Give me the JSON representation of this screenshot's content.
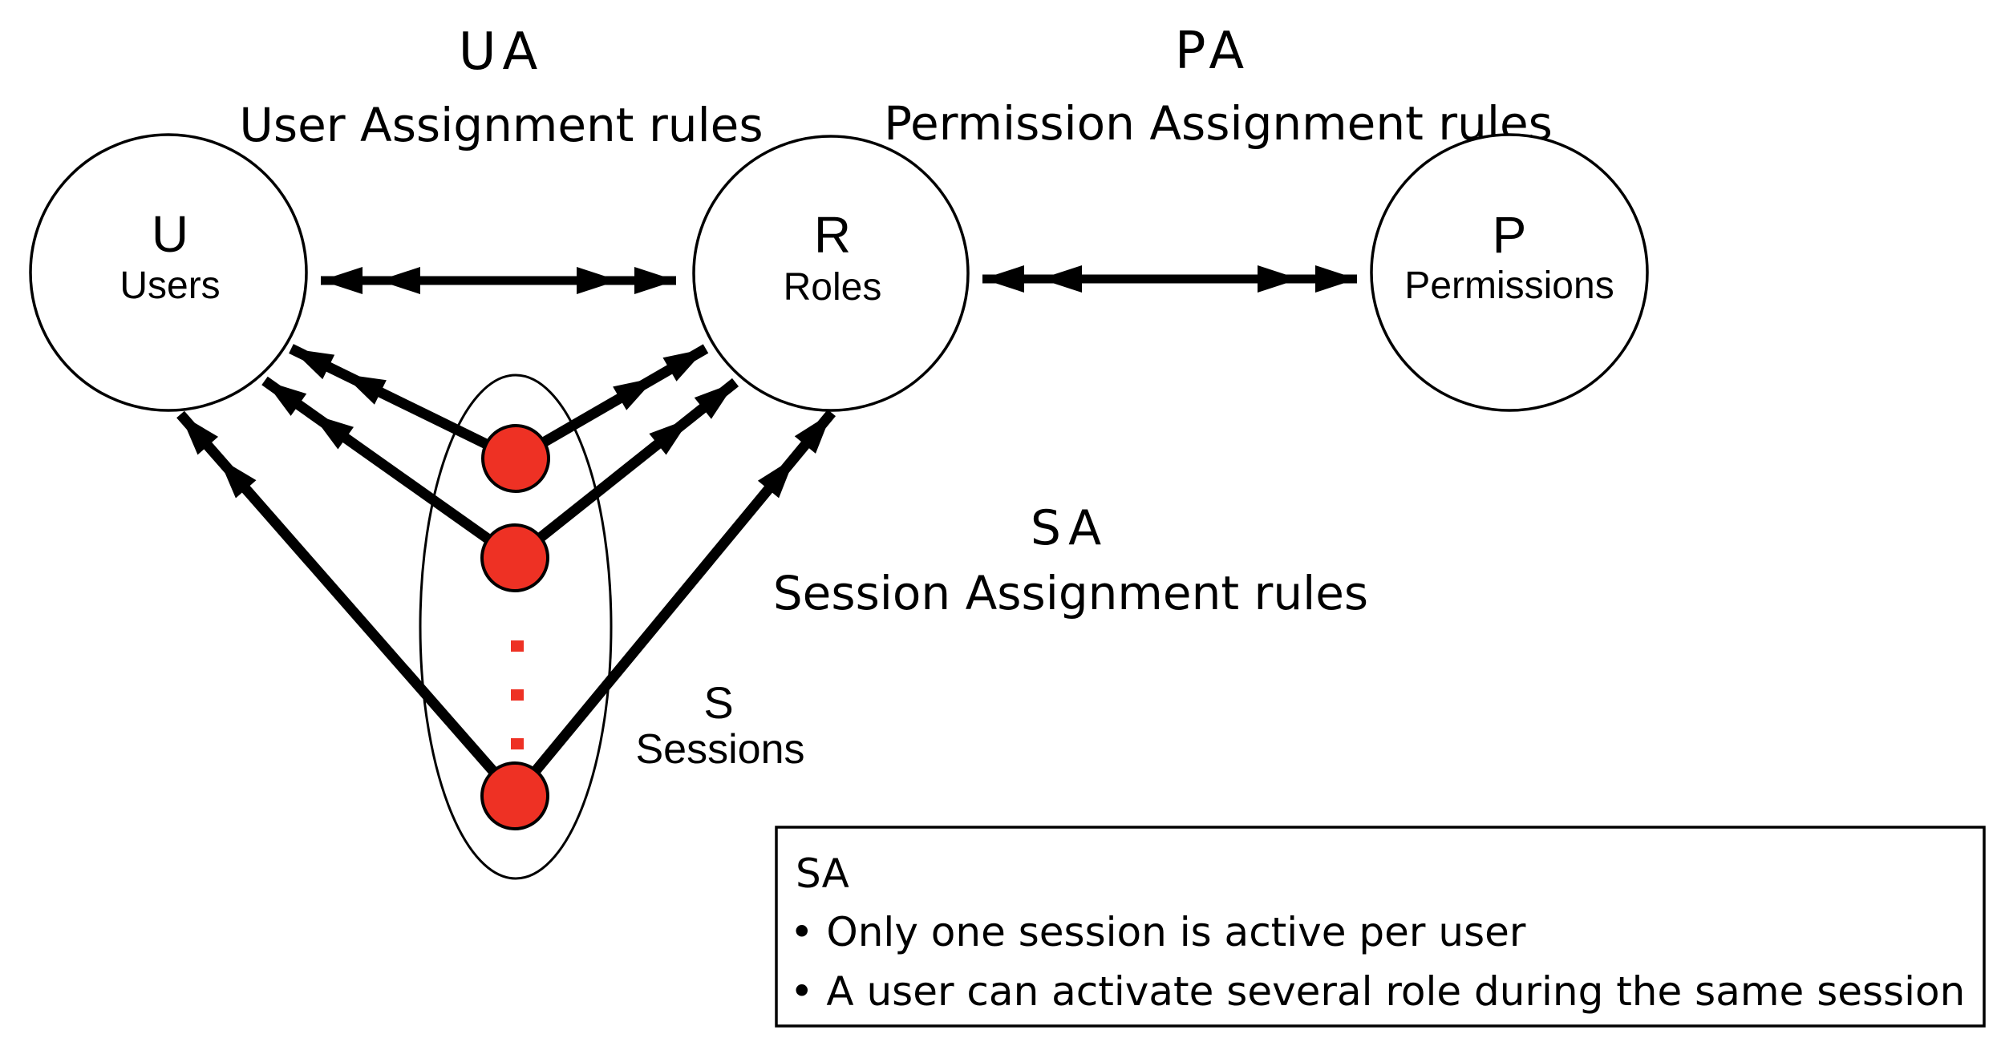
{
  "title_labels": {
    "ua_abbr": "UA",
    "ua_title": "User Assignment rules",
    "pa_abbr": "PA",
    "pa_title": "Permission Assignment rules",
    "sa_abbr": "SA",
    "sa_title": "Session Assignment rules"
  },
  "nodes": {
    "users": {
      "abbr": "U",
      "label": "Users"
    },
    "roles": {
      "abbr": "R",
      "label": "Roles"
    },
    "permissions": {
      "abbr": "P",
      "label": "Permissions"
    },
    "sessions": {
      "abbr": "S",
      "label": "Sessions"
    }
  },
  "note_box": {
    "title": "SA",
    "bullets": [
      "• Only one session is active per user",
      "• A user can activate several role during the same session"
    ]
  },
  "colors": {
    "session_dot": "#EE3124",
    "ink": "#000000",
    "background": "#FFFFFF"
  }
}
